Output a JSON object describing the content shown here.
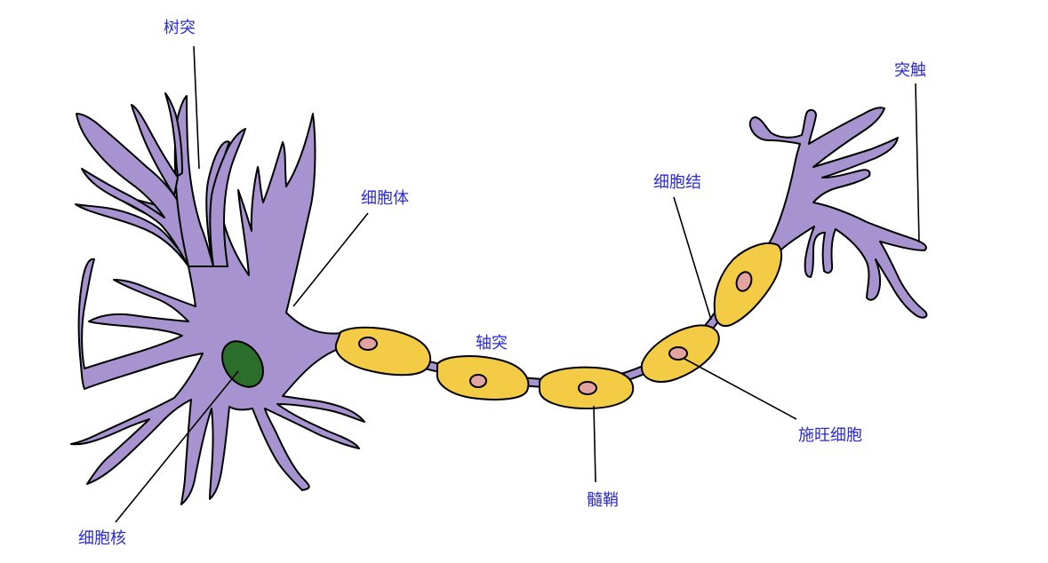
{
  "colors": {
    "neuron": "#a793cf",
    "myelin": "#f3cb45",
    "schwann_nucleus": "#e3a3a0",
    "cell_nucleus": "#2b6e2c",
    "label_text": "#2a2ad8",
    "outline": "#000000"
  },
  "labels": {
    "dendrite": "树突",
    "axon_terminal": "突触",
    "cell_body": "细胞体",
    "node_of_ranvier": "细胞结",
    "axon": "轴突",
    "schwann_cell": "施旺细胞",
    "myelin_sheath": "髓鞘",
    "nucleus": "细胞核"
  }
}
